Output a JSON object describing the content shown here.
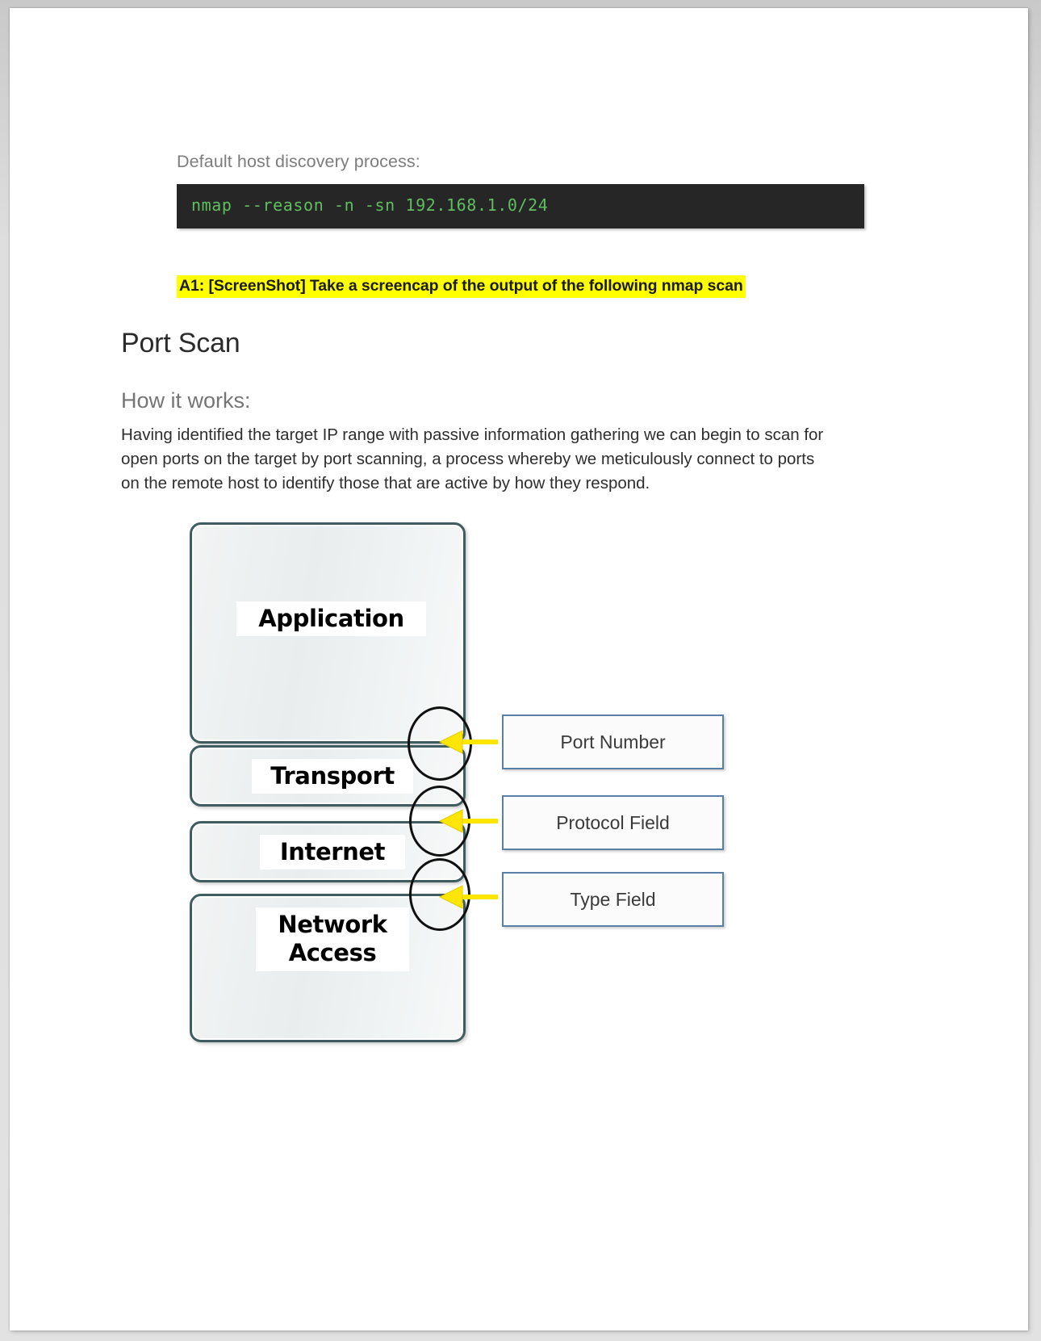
{
  "document": {
    "lead_line": "Default host discovery process:",
    "code_command": "nmap --reason -n -sn 192.168.1.0/24",
    "highlight_note": "A1: [ScreenShot] Take a screencap of the output of the following nmap scan",
    "section_heading": "Port Scan",
    "sub_heading": "How it works:",
    "paragraph_lines": [
      "Having identified the target IP range with passive information gathering we can begin to scan for",
      "open ports on the target by port scanning, a process whereby we meticulously connect to ports",
      "on the remote host to identify those that are active by how they respond."
    ]
  },
  "colors": {
    "highlight": "#ffff00",
    "code_bg": "#262626",
    "code_fg": "#5fbf5f",
    "layer_border": "#3f5d60",
    "callout_border": "#5a7fa5",
    "arrow": "#ffe600",
    "page_bg": "#ffffff"
  },
  "diagram": {
    "title": "TCP/IP model layers with protocol field callouts",
    "layers": [
      {
        "label": "Application"
      },
      {
        "label": "Transport"
      },
      {
        "label": "Internet"
      },
      {
        "label": "Network\nAccess"
      }
    ],
    "layer_labels": {
      "application": "Application",
      "transport": "Transport",
      "internet": "Internet",
      "network_access_line1": "Network",
      "network_access_line2": "Access"
    },
    "callouts": [
      {
        "label": "Port Number"
      },
      {
        "label": "Protocol Field"
      },
      {
        "label": "Type Field"
      }
    ],
    "callout_labels": {
      "port_number": "Port Number",
      "protocol_field": "Protocol Field",
      "type_field": "Type Field"
    }
  }
}
